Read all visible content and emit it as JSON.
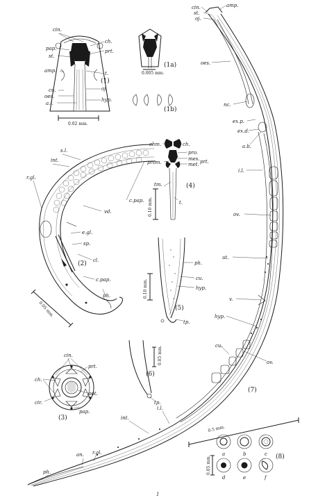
{
  "figure_numbers": {
    "f1": "(1)",
    "f1a": "(1a)",
    "f1b": "(1b)",
    "f2": "(2)",
    "f3": "(3)",
    "f4": "(4)",
    "f5": "(5)",
    "f6": "(6)",
    "f7": "(7)",
    "f8": "(8)"
  },
  "labels": {
    "fig1": {
      "cin": "cin.",
      "pap": "pap.",
      "ch": "ch.",
      "prt": "prt.",
      "st": "st.",
      "amp": "amp.",
      "t": "t.",
      "cu": "cu.",
      "oj": "oj.",
      "oes": "oes.",
      "ai": "a.i.",
      "hyp": "hyp."
    },
    "fig2": {
      "sl": "s.l.",
      "int": "int.",
      "rgl": "r.gl.",
      "cpap": "c.pap.",
      "vd": "vd.",
      "egl": "e.gl.",
      "sp": "sp.",
      "cl": "cl.",
      "cpap2": "c.pap.",
      "ph": "ph."
    },
    "fig3": {
      "cin": "cin.",
      "ch": "ch.",
      "prt": "prt.",
      "pot": "pot.",
      "cir": "cir.",
      "pap": "pap."
    },
    "fig4": {
      "chm": "chm.",
      "ch": "ch.",
      "pro": "pro.",
      "prom": "prom.",
      "mes": "mes.",
      "met": "met.",
      "prt": "prt.",
      "tm": "tm.",
      "t": "t."
    },
    "fig5": {
      "ph": "ph.",
      "cu": "cu.",
      "hyp": "hyp.",
      "tp": "tp."
    },
    "fig6": {
      "tp": "tp."
    },
    "fig7": {
      "cin": "cin.",
      "st": "st.",
      "amp": "amp.",
      "oj": "oj.",
      "oes": "oes.",
      "nc": "nc.",
      "exp": "ex.p.",
      "exd": "ex.d.",
      "ab": "a.b.",
      "il": "i.l.",
      "ov": "ov.",
      "ut": "ut.",
      "v": "v.",
      "hyp": "hyp.",
      "cu": "cu.",
      "ov2": "ov.",
      "il2": "i.l.",
      "int": "int.",
      "an": "an.",
      "rgl": "r.gl.",
      "ph": "ph."
    },
    "fig8": {
      "a": "a",
      "b": "b",
      "c": "c",
      "d": "d",
      "e": "e",
      "f": "f"
    }
  },
  "scale_bars": {
    "fig1": "0.02 mm.",
    "fig1a": "0.005 mm.",
    "fig2": "0.05 mm.",
    "fig4": "0.10 mm.",
    "fig5": "0.10 mm.",
    "fig6": "0.05 mm.",
    "fig7": "0.5 mm.",
    "fig8": "0.05 mm."
  },
  "page_number": "1"
}
